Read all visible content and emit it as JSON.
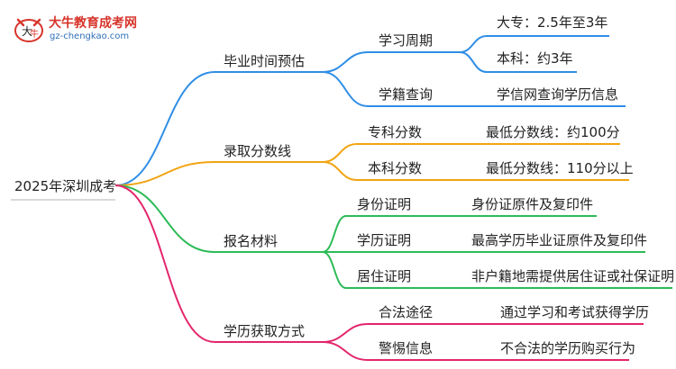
{
  "logo": {
    "title": "大牛教育成考网",
    "url": "gz-chengkao.com"
  },
  "root": {
    "label": "2025年深圳成考"
  },
  "branches": [
    {
      "label": "毕业时间预估",
      "color": "#2f8ee6",
      "children": [
        {
          "label": "学习周期",
          "leaves": [
            "大专：2.5年至3年",
            "本科：约3年"
          ]
        },
        {
          "label": "学籍查询",
          "leaves": [
            "学信网查询学历信息"
          ]
        }
      ]
    },
    {
      "label": "录取分数线",
      "color": "#f2a412",
      "children": [
        {
          "label": "专科分数",
          "leaves": [
            "最低分数线：约100分"
          ]
        },
        {
          "label": "本科分数",
          "leaves": [
            "最低分数线：110分以上"
          ]
        }
      ]
    },
    {
      "label": "报名材料",
      "color": "#2dbb57",
      "children": [
        {
          "label": "身份证明",
          "leaves": [
            "身份证原件及复印件"
          ]
        },
        {
          "label": "学历证明",
          "leaves": [
            "最高学历毕业证原件及复印件"
          ]
        },
        {
          "label": "居住证明",
          "leaves": [
            "非户籍地需提供居住证或社保证明"
          ]
        }
      ]
    },
    {
      "label": "学历获取方式",
      "color": "#e3256b",
      "children": [
        {
          "label": "合法途径",
          "leaves": [
            "通过学习和考试获得学历"
          ]
        },
        {
          "label": "警惕信息",
          "leaves": [
            "不合法的学历购买行为"
          ]
        }
      ]
    }
  ]
}
